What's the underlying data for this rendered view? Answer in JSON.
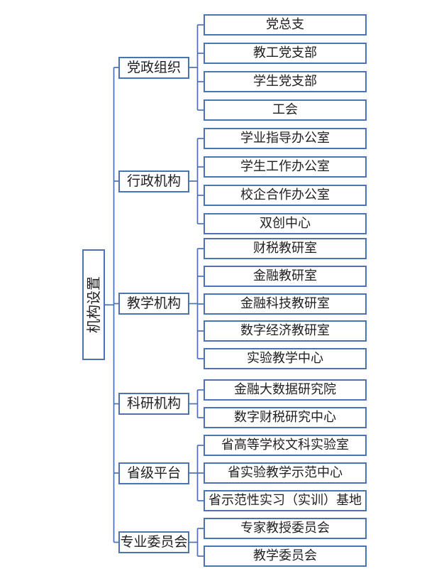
{
  "colors": {
    "box_border": "#4a72b4",
    "connector": "#4a72b4",
    "text": "#1f1f1f",
    "background": "#ffffff"
  },
  "tree": {
    "root": "机构设置",
    "groups": [
      {
        "label": "党政组织",
        "children": [
          "党总支",
          "教工党支部",
          "学生党支部",
          "工会"
        ]
      },
      {
        "label": "行政机构",
        "children": [
          "学业指导办公室",
          "学生工作办公室",
          "校企合作办公室",
          "双创中心"
        ]
      },
      {
        "label": "教学机构",
        "children": [
          "财税教研室",
          "金融教研室",
          "金融科技教研室",
          "数字经济教研室",
          "实验教学中心"
        ]
      },
      {
        "label": "科研机构",
        "children": [
          "金融大数据研究院",
          "数字财税研究中心"
        ]
      },
      {
        "label": "省级平台",
        "children": [
          "省高等学校文科实验室",
          "省实验教学示范中心",
          "省示范性实习（实训）基地"
        ]
      },
      {
        "label": "专业委员会",
        "children": [
          "专家教授委员会",
          "教学委员会"
        ]
      }
    ]
  }
}
